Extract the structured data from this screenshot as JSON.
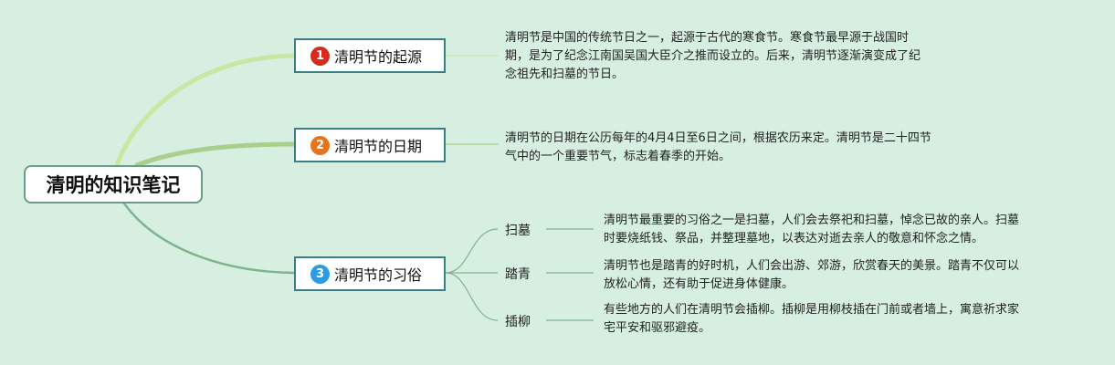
{
  "root": {
    "title": "清明的知识笔记"
  },
  "branches": [
    {
      "number": "1",
      "badge_color": "#d62b1f",
      "label": "清明节的起源",
      "desc_lines": [
        "清明节是中国的传统节日之一，起源于古代的寒食节。寒食节最早源于战国时",
        "期，是为了纪念江南国吴国大臣介之推而设立的。后来，清明节逐渐演变成了纪",
        "念祖先和扫墓的节日。"
      ]
    },
    {
      "number": "2",
      "badge_color": "#e8731c",
      "label": "清明节的日期",
      "desc_lines": [
        "清明节的日期在公历每年的4月4日至6日之间，根据农历来定。清明节是二十四节",
        "气中的一个重要节气，标志着春季的开始。"
      ]
    },
    {
      "number": "3",
      "badge_color": "#2d9be0",
      "label": "清明节的习俗",
      "subtopics": [
        {
          "label": "扫墓",
          "desc_lines": [
            "清明节最重要的习俗之一是扫墓，人们会去祭祀和扫墓，悼念已故的亲人。扫墓",
            "时要烧纸钱、祭品，并整理墓地，以表达对逝去亲人的敬意和怀念之情。"
          ]
        },
        {
          "label": "踏青",
          "desc_lines": [
            "清明节也是踏青的好时机，人们会出游、郊游，欣赏春天的美景。踏青不仅可以",
            "放松心情，还有助于促进身体健康。"
          ]
        },
        {
          "label": "插柳",
          "desc_lines": [
            "有些地方的人们在清明节会插柳。插柳是用柳枝插在门前或者墙上，寓意祈求家",
            "宅平安和驱邪避疫。"
          ]
        }
      ]
    }
  ],
  "colors": {
    "background": "#d6efe0",
    "branch1_line": "#c9e6a3",
    "branch2_line": "#a9cf8c",
    "branch3_line": "#7fb38e",
    "node_border": "#3a7f86"
  }
}
